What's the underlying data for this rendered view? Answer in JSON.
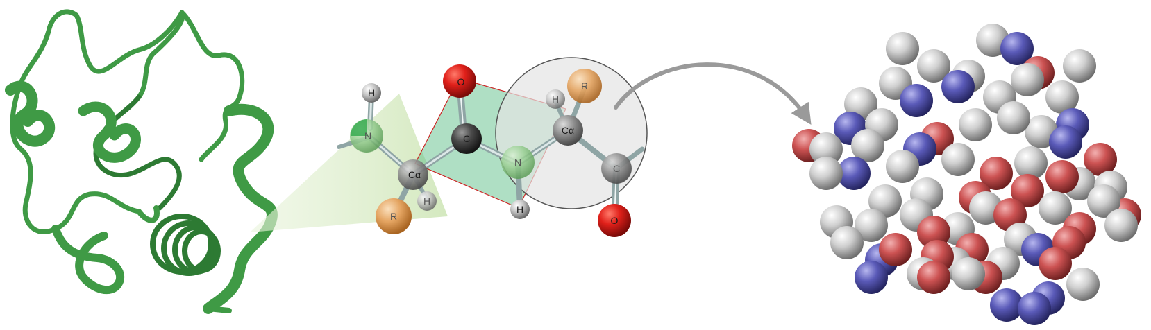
{
  "colors": {
    "ribbon": "#3f9a45",
    "ribbon_dark": "#2d7a33",
    "oxygen": "#d9150f",
    "carbon_dark": "#3d3d3d",
    "carbon_alpha": "#8a8a8a",
    "nitrogen": "#7dbf7a",
    "hydrogen": "#c8c8c8",
    "residue": "#e0a060",
    "plane_fill": "#5fbf8a",
    "plane_edge": "#cc2222",
    "highlight_circle": "#888888",
    "arrow": "#9a9a9a",
    "sphere_white": "#c8c8c8",
    "sphere_blue": "#5757b0",
    "sphere_red": "#c85050"
  },
  "atoms": {
    "h1": "H",
    "n1": "N",
    "ca1": "Cα",
    "h_ca1": "H",
    "r1": "R",
    "o1": "O",
    "c1": "C",
    "n2": "N",
    "h_n2": "H",
    "h_ca2": "H",
    "ca2": "Cα",
    "r2": "R",
    "c2": "C",
    "o2": "O"
  },
  "icons": {
    "protein": "protein-ribbon-icon",
    "arrow": "curved-arrow-icon",
    "spheres": "coarse-grained-spheres-icon"
  }
}
